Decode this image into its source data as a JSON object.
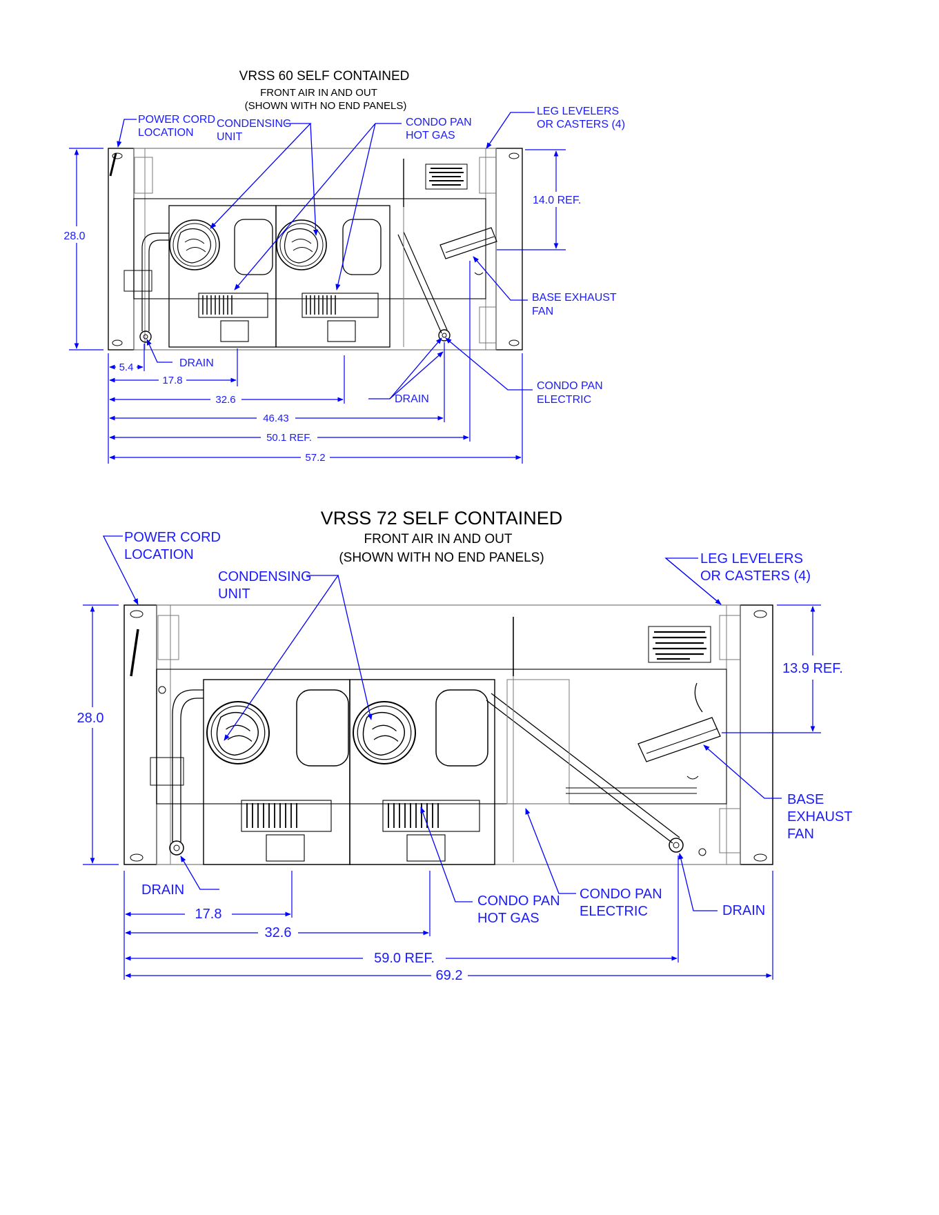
{
  "drawings": [
    {
      "title": "VRSS 60 SELF CONTAINED",
      "subtitle_1": "FRONT AIR IN AND OUT",
      "subtitle_2": "(SHOWN WITH NO END PANELS)",
      "labels": {
        "power_cord_1": "POWER CORD",
        "power_cord_2": "LOCATION",
        "condensing_1": "CONDENSING",
        "condensing_2": "UNIT",
        "hot_gas_1": "CONDO PAN",
        "hot_gas_2": "HOT GAS",
        "leg_1": "LEG LEVELERS",
        "leg_2": "OR CASTERS (4)",
        "exhaust_1": "BASE EXHAUST",
        "exhaust_2": "FAN",
        "electric_1": "CONDO PAN",
        "electric_2": "ELECTRIC",
        "drain_left": "DRAIN",
        "drain_right": "DRAIN"
      },
      "dimensions": {
        "height": "28.0",
        "ref_14": "14.0  REF.",
        "d5_4": "5.4",
        "d17_8": "17.8",
        "d32_6": "32.6",
        "d46_43": "46.43",
        "d50_1": "50.1  REF.",
        "d57_2": "57.2"
      }
    },
    {
      "title": "VRSS 72 SELF CONTAINED",
      "subtitle_1": "FRONT AIR IN AND OUT",
      "subtitle_2": "(SHOWN WITH NO END PANELS)",
      "labels": {
        "power_cord_1": "POWER CORD",
        "power_cord_2": "LOCATION",
        "condensing_1": "CONDENSING",
        "condensing_2": "UNIT",
        "leg_1": "LEG LEVELERS",
        "leg_2": "OR CASTERS (4)",
        "exhaust_1": "BASE",
        "exhaust_2": "EXHAUST",
        "exhaust_3": "FAN",
        "hot_gas_1": "CONDO PAN",
        "hot_gas_2": "HOT GAS",
        "electric_1": "CONDO PAN",
        "electric_2": "ELECTRIC",
        "drain_left": "DRAIN",
        "drain_right": "DRAIN"
      },
      "dimensions": {
        "height": "28.0",
        "ref_13_9": "13.9  REF.",
        "d17_8": "17.8",
        "d32_6": "32.6",
        "d59_0": "59.0  REF.",
        "d69_2": "69.2"
      }
    }
  ],
  "colors": {
    "annotation": "#0000ff",
    "linework": "#000000"
  }
}
